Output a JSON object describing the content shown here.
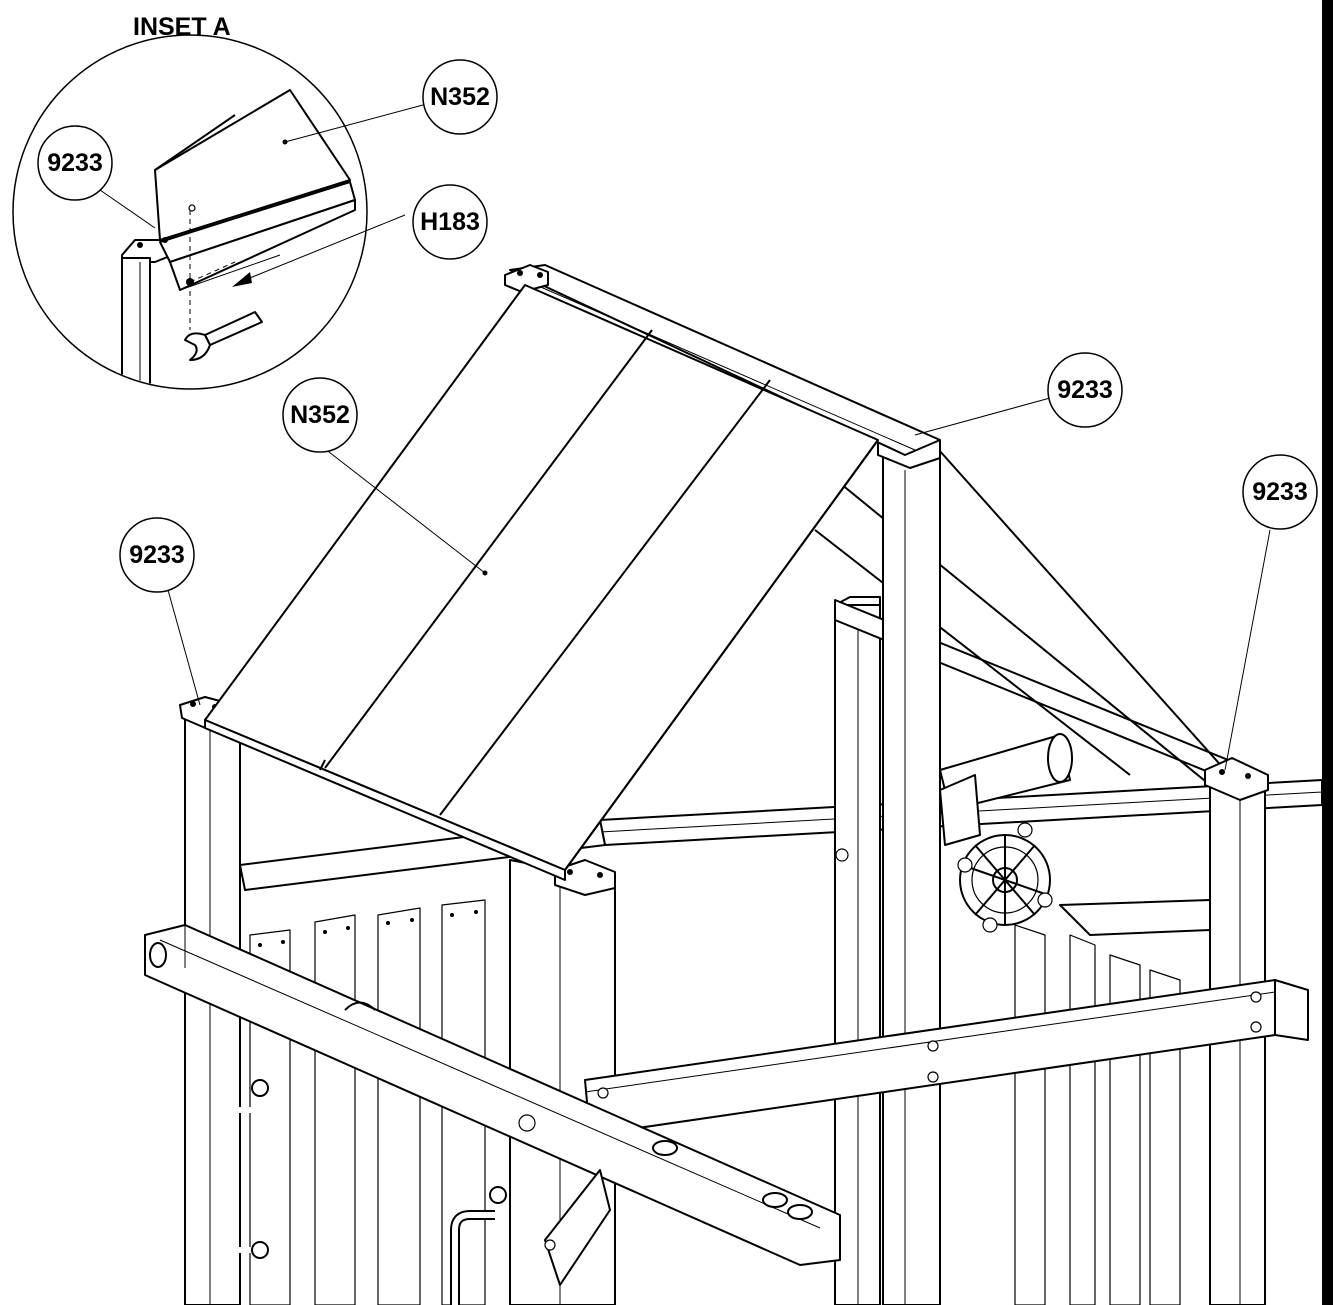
{
  "inset": {
    "title": "INSET A"
  },
  "callouts": {
    "inset_panel": "N352",
    "inset_bracket": "9233",
    "inset_hardware": "H183",
    "roof_panel": "N352",
    "cap_back_right": "9233",
    "cap_far_right": "9233",
    "cap_front_left": "9233"
  },
  "edge_bar_color": "#000000"
}
